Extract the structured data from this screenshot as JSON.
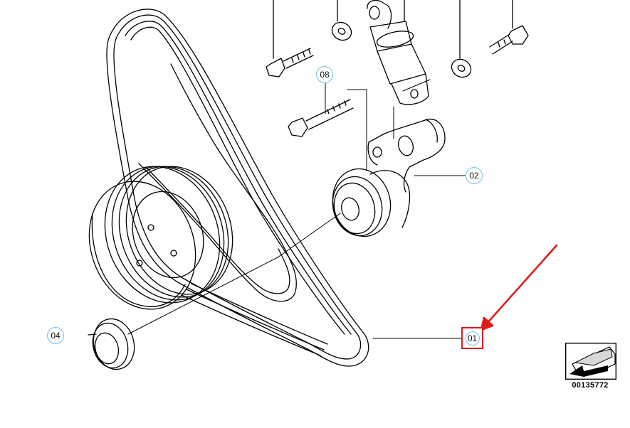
{
  "callouts": {
    "c08": "08",
    "c02": "02",
    "c04": "04",
    "c01": "01"
  },
  "diagram_number": "00135772",
  "colors": {
    "callout_ring": "#6cc5ec",
    "highlight": "#e01b1b",
    "line": "#000000"
  },
  "icons": {
    "nav": "next-page-arrow-icon",
    "pointer": "red-arrow-icon"
  }
}
